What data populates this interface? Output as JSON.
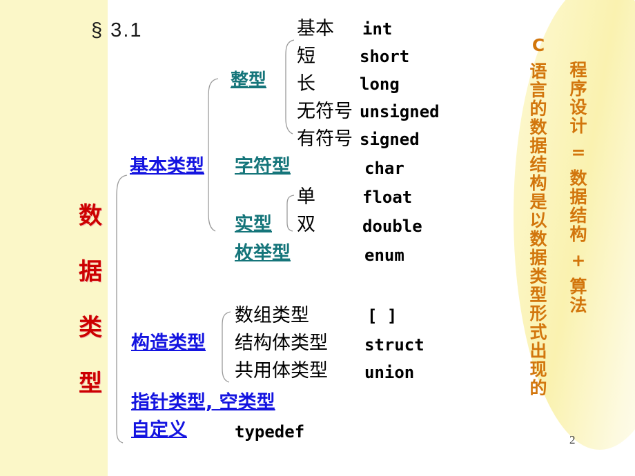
{
  "slide": {
    "page_number": "2",
    "section_label": "§ 3.1",
    "colors": {
      "band": "#fbf7c8",
      "red_title": "#cc0000",
      "teal": "#15757a",
      "blue": "#1414e0",
      "orange": "#d2760d",
      "oval_fill": "#faf2b0"
    }
  },
  "vertical_title": {
    "chars": [
      "数",
      "据",
      "类",
      "型"
    ],
    "full_text": "数据类型"
  },
  "tree": {
    "root_label": "数据类型",
    "groups": [
      {
        "name": "basic-type",
        "label": "基本类型",
        "subgroups": [
          {
            "name": "integer-type",
            "label": "整型",
            "rows": [
              {
                "cn": "基本",
                "kw": "int"
              },
              {
                "cn": "短",
                "kw": "short"
              },
              {
                "cn": "长",
                "kw": "long"
              },
              {
                "cn": "无符号",
                "kw": "unsigned"
              },
              {
                "cn": "有符号",
                "kw": "signed"
              }
            ]
          },
          {
            "name": "char-type",
            "label": "字符型",
            "rows": [
              {
                "cn": "",
                "kw": "char"
              }
            ]
          },
          {
            "name": "real-type",
            "label": "实型",
            "rows": [
              {
                "cn": "单",
                "kw": "float"
              },
              {
                "cn": "双",
                "kw": "double"
              }
            ]
          },
          {
            "name": "enum-type",
            "label": "枚举型",
            "rows": [
              {
                "cn": "",
                "kw": "enum"
              }
            ]
          }
        ]
      },
      {
        "name": "constructed-type",
        "label": "构造类型",
        "rows": [
          {
            "cn": "数组类型",
            "kw": "[ ]"
          },
          {
            "cn": "结构体类型",
            "kw": "struct"
          },
          {
            "cn": "共用体类型",
            "kw": "union"
          }
        ]
      },
      {
        "name": "pointer-void-type",
        "label": "指针类型, 空类型",
        "rows": []
      },
      {
        "name": "typedef-type",
        "label": "自定义",
        "rows": [
          {
            "cn": "",
            "kw": "typedef"
          }
        ]
      }
    ]
  },
  "callout": {
    "column_right": "程序设计 = 数据结构 + 算法",
    "column_left": "C 语言的数据结构是以数据类型形式出现的",
    "column_right_chars": [
      "程",
      "序",
      "设",
      "计",
      "=",
      "数",
      "据",
      "结",
      "构",
      "+",
      "算",
      "法"
    ],
    "column_left_chars": [
      "C",
      "语",
      "言",
      "的",
      "数",
      "据",
      "结",
      "构",
      "是",
      "以",
      "数",
      "据",
      "类",
      "型",
      "形",
      "式",
      "出",
      "现",
      "的"
    ]
  }
}
